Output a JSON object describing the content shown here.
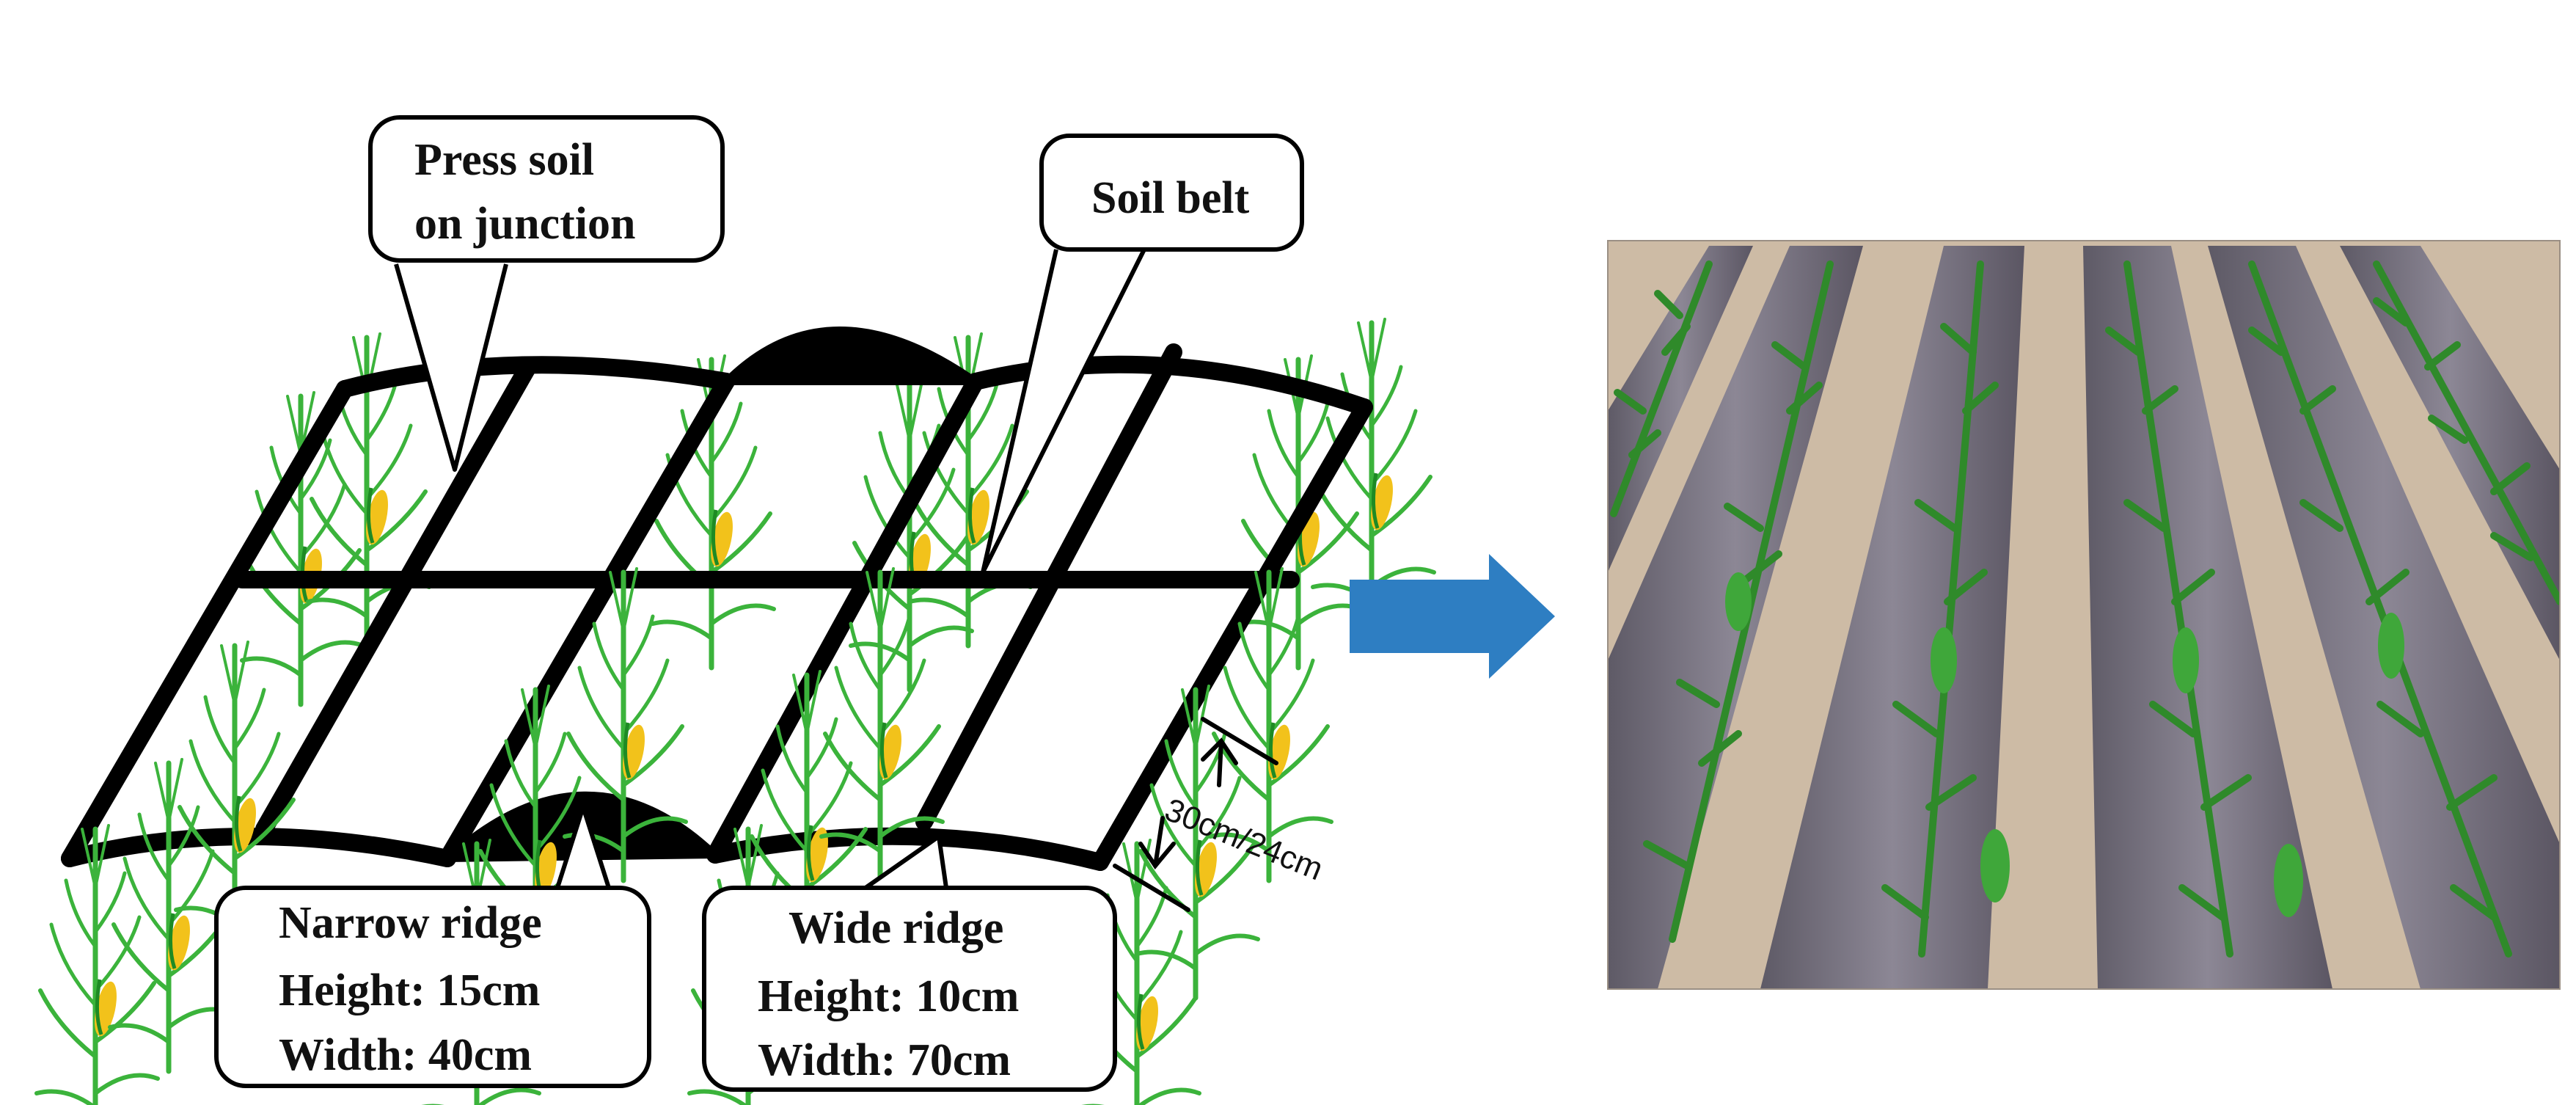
{
  "callouts": {
    "press_soil": [
      "Press soil",
      "on junction"
    ],
    "soil_belt": "Soil belt",
    "narrow_ridge": [
      "Narrow ridge",
      "Height: 15cm",
      "Width: 40cm"
    ],
    "wide_ridge": [
      "Wide ridge",
      "Height: 10cm",
      "Width:  70cm"
    ]
  },
  "dimension_label": "30cm/24cm",
  "colors": {
    "arrow": "#2E7EC2",
    "leaf": "#3BB33B",
    "leaf_dark": "#1E8A24",
    "corn": "#F2C21B",
    "film": "#000000",
    "soil": "#C9B7A1",
    "plastic": "#6F6A78"
  },
  "icons": {
    "arrow": "right-arrow-icon",
    "plant": "maize-plant-icon"
  }
}
